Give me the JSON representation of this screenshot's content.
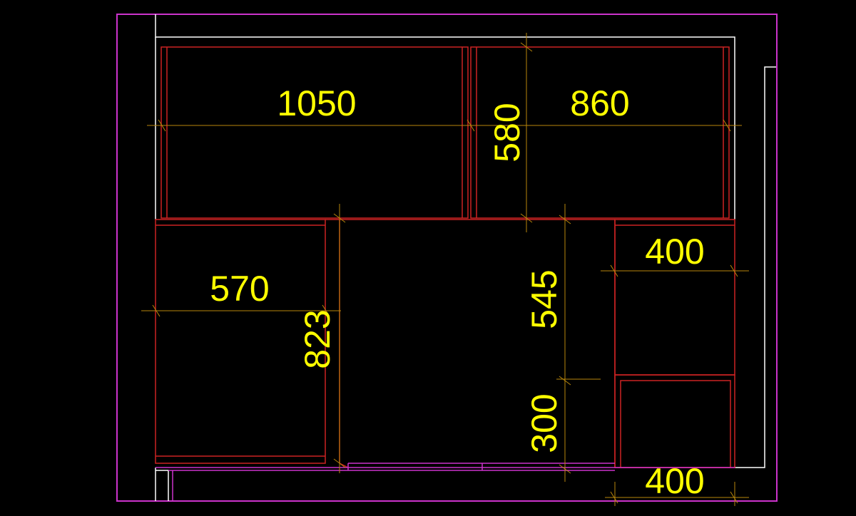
{
  "colors": {
    "background": "#000000",
    "outer_border": "#cc33cc",
    "wall": "#ffffff",
    "cabinet": "#cc2222",
    "dimension_line": "#b8860b",
    "dimension_text": "#ffff00",
    "kick_strip": "#cc33cc"
  },
  "dimensions": {
    "top_left_width": "1050",
    "top_right_width": "860",
    "top_height": "580",
    "left_width": "570",
    "left_height": "823",
    "middle_upper_height": "545",
    "middle_lower_height": "300",
    "right_upper_width": "400",
    "right_lower_width": "400"
  }
}
